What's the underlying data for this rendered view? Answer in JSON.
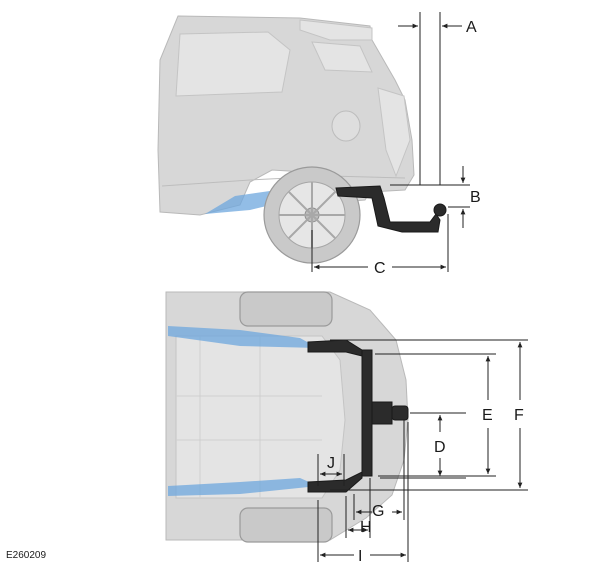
{
  "diagram": {
    "reference_code": "E260209",
    "labels": {
      "a": "A",
      "b": "B",
      "c": "C",
      "d": "D",
      "e": "E",
      "f": "F",
      "g": "G",
      "h": "H",
      "i": "I",
      "j": "J"
    },
    "colors": {
      "vehicle_body": "#d7d7d7",
      "tow_bar": "#2b2b2b",
      "chassis_highlight": "#6ea7dd",
      "dimension_line": "#222222"
    }
  }
}
